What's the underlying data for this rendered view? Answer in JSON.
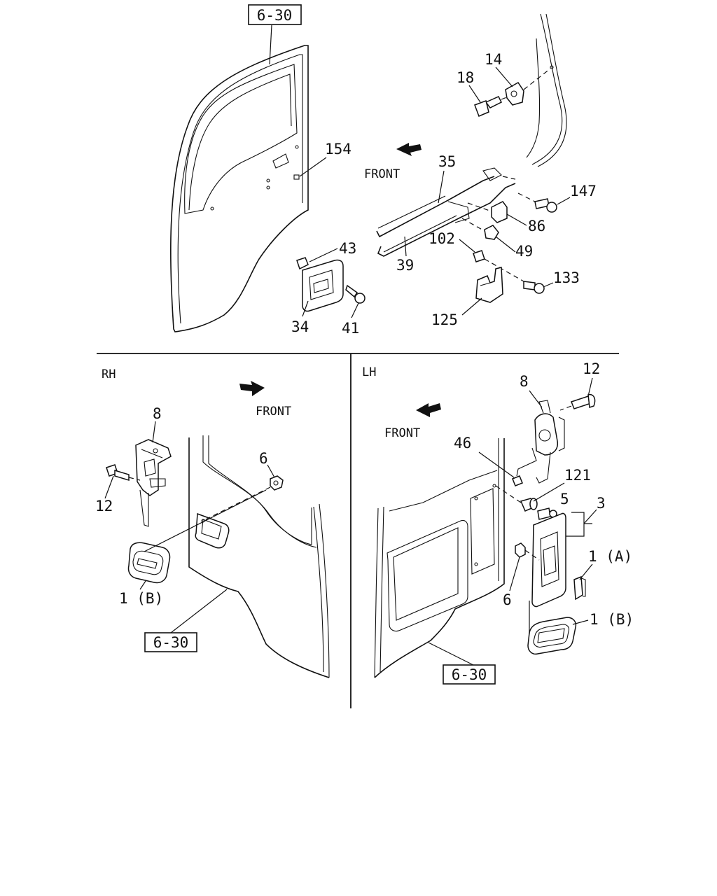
{
  "sections": {
    "rh": "RH",
    "lh": "LH"
  },
  "front_label": "FRONT",
  "reference": "6-30",
  "top_callouts": {
    "p14": "14",
    "p18": "18",
    "p154": "154",
    "p35": "35",
    "p147": "147",
    "p86": "86",
    "p43": "43",
    "p102": "102",
    "p49": "49",
    "p39": "39",
    "p133": "133",
    "p34": "34",
    "p41": "41",
    "p125": "125"
  },
  "rh_callouts": {
    "p8": "8",
    "p6": "6",
    "p12": "12",
    "p1b": "1 (B)"
  },
  "lh_callouts": {
    "p12": "12",
    "p8": "8",
    "p46": "46",
    "p121": "121",
    "p5": "5",
    "p3": "3",
    "p1a": "1 (A)",
    "p6": "6",
    "p1b": "1 (B)"
  }
}
